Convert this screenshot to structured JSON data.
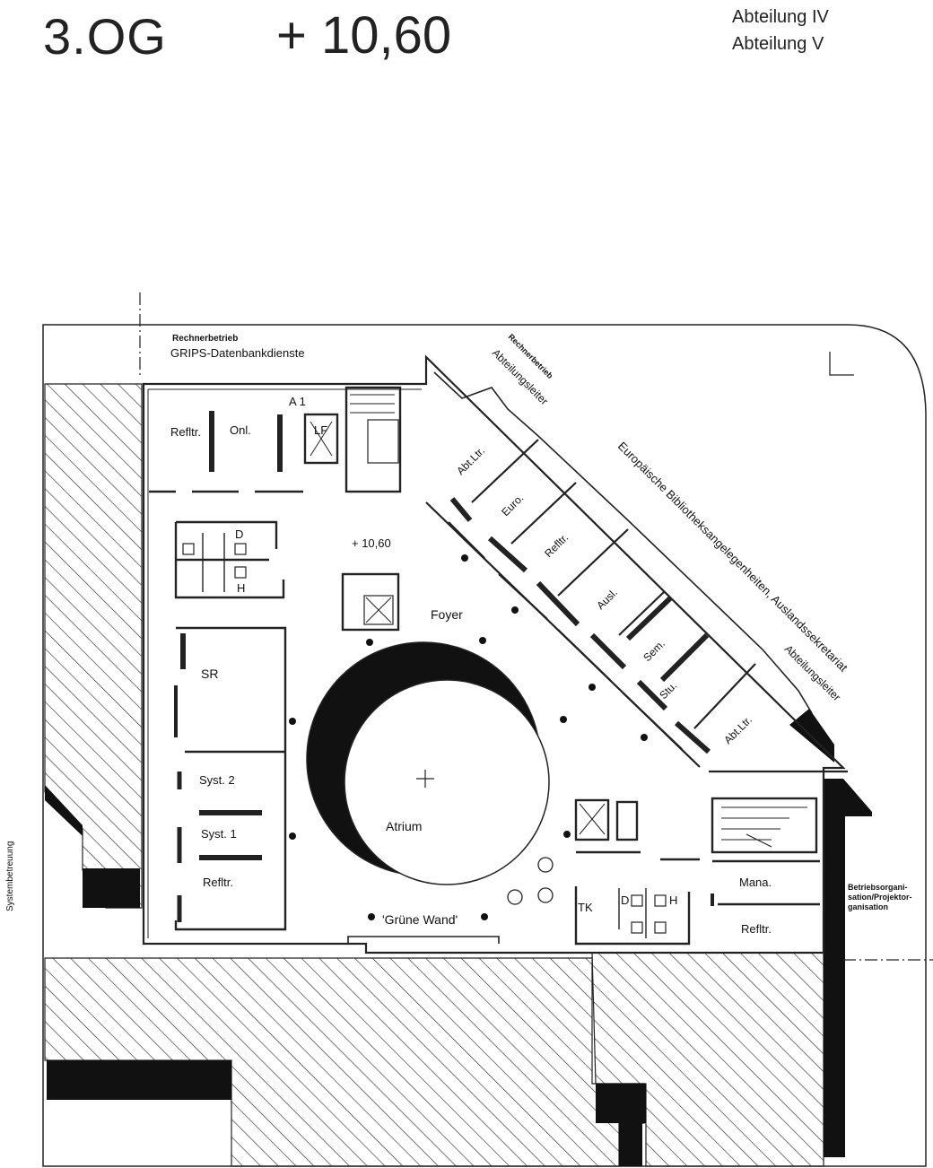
{
  "header": {
    "floor": "3.OG",
    "level": "+ 10,60",
    "departments": [
      "Abteilung IV",
      "Abteilung V"
    ]
  },
  "plan": {
    "top_labels": {
      "rechnerbetrieb_small": "Rechnerbetrieb",
      "grips": "GRIPS-Datenbankdienste",
      "a1": "A 1"
    },
    "diagonal_labels": {
      "rechnerbetrieb": "Rechnerbetrieb",
      "abteilungsleiter_top": "Abteilungsleiter",
      "europe": "Europäische Bibliotheksangelegenheiten, Auslandssekretariat",
      "abteilungsleiter_bottom": "Abteilungsleiter"
    },
    "rooms": {
      "refltr_top": "Refltr.",
      "onl": "Onl.",
      "lf": "LF",
      "d_top": "D",
      "h_top": "H",
      "level_mark": "+ 10,60",
      "foyer": "Foyer",
      "sr": "SR",
      "syst2": "Syst. 2",
      "syst1": "Syst. 1",
      "refltr_left": "Refltr.",
      "atrium": "Atrium",
      "gruene_wand": "'Grüne Wand'",
      "tk": "TK",
      "d_bottom": "D",
      "h_bottom": "H",
      "mana": "Mana.",
      "refltr_bottom_right": "Refltr."
    },
    "diag_rooms": {
      "abtltr_top": "Abt.Ltr.",
      "euro": "Euro.",
      "refltr": "Refltr.",
      "ausl": "Ausl.",
      "sem": "Sem.",
      "stu": "Stu.",
      "abtltr_bottom": "Abt.Ltr."
    },
    "side_labels": {
      "systembetreuung": "Systembetreuung",
      "betriebsorg_1": "Betriebsorgani-",
      "betriebsorg_2": "sation/Projektor-",
      "betriebsorg_3": "ganisation"
    }
  }
}
